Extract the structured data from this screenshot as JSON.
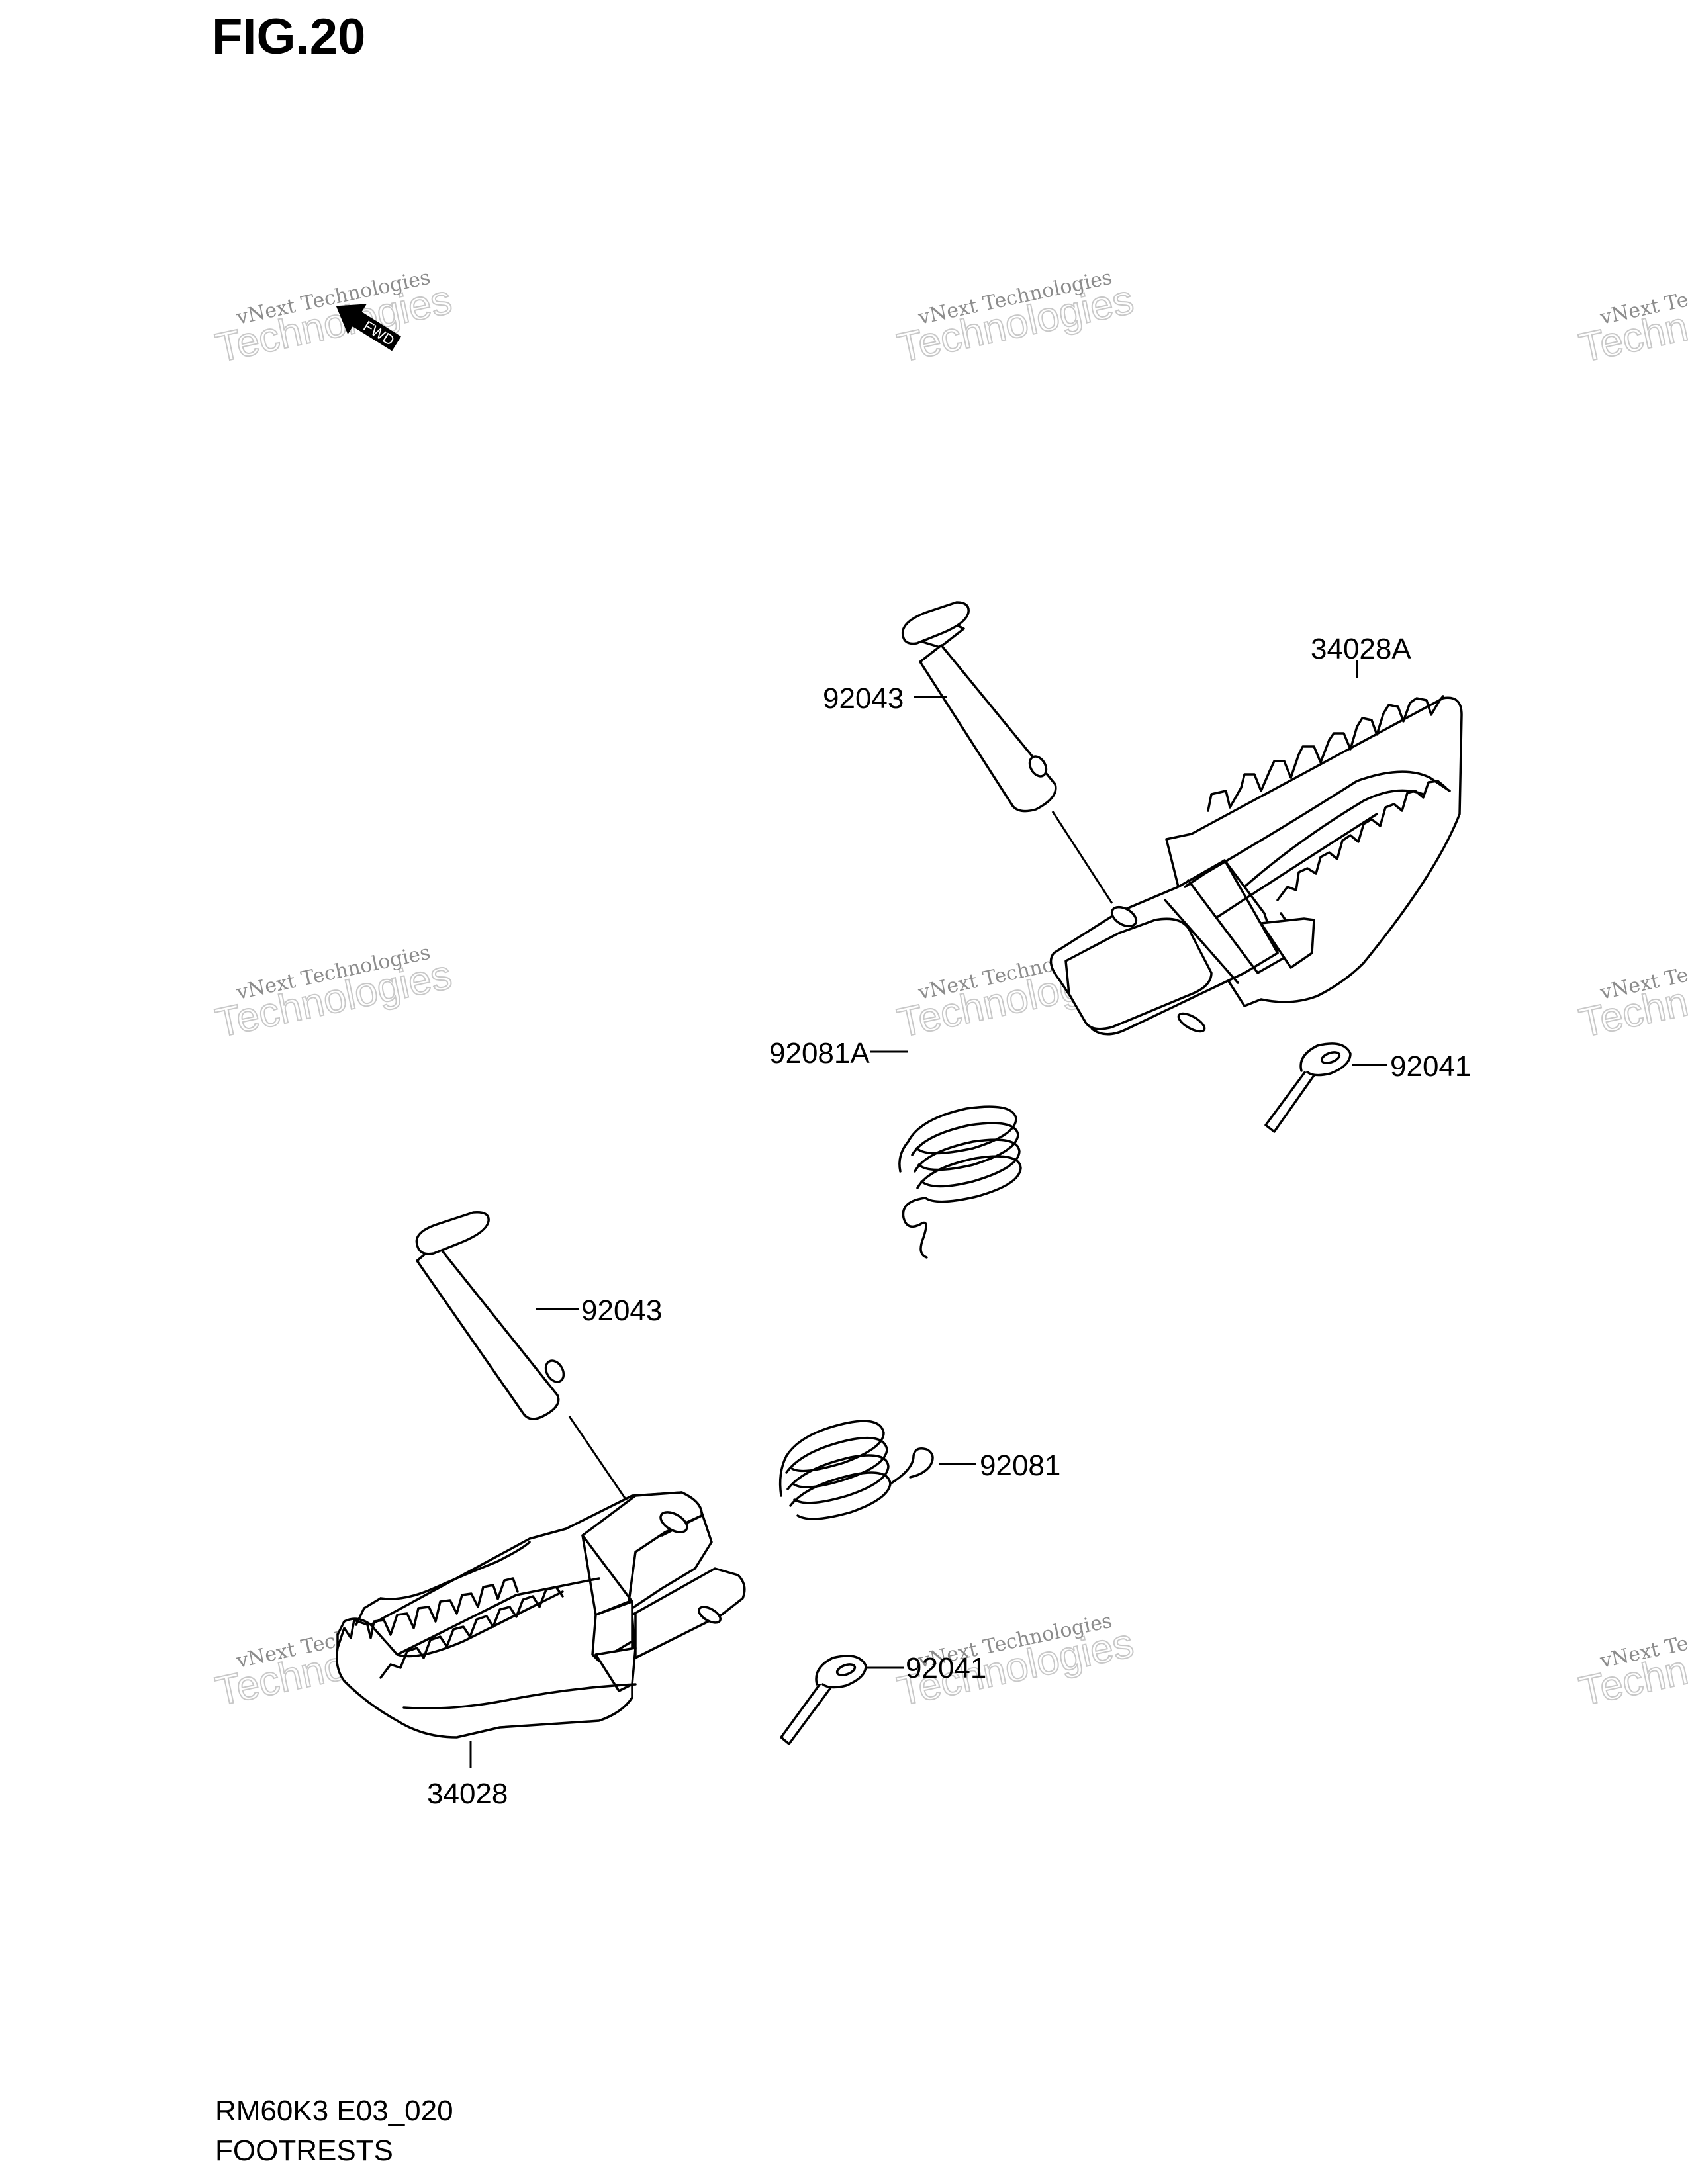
{
  "figure": {
    "title": "FIG.20"
  },
  "parts": {
    "pin_top": "92043",
    "footrest_right": "34028A",
    "spring_top": "92081A",
    "cotter_top": "92041",
    "pin_bottom": "92043",
    "spring_bottom": "92081",
    "cotter_bottom": "92041",
    "footrest_left": "34028"
  },
  "watermark": {
    "line1": "vNext Technologies",
    "line2": "Technologies"
  },
  "front_arrow": {
    "label": "FWD"
  },
  "footer": {
    "model_code": "RM60K3 E03_020",
    "section": "FOOTRESTS"
  }
}
